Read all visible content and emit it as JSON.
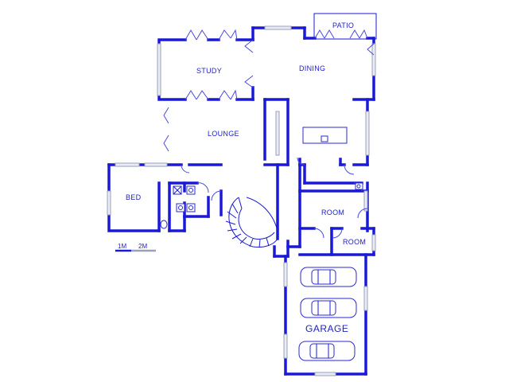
{
  "rooms": {
    "patio": "PATIO",
    "study": "STUDY",
    "dining": "DINING",
    "lounge": "LOUNGE",
    "bed": "BED",
    "room1": "ROOM",
    "room2": "ROOM",
    "garage": "GARAGE"
  },
  "scale": {
    "m1": "1M",
    "m2": "2M"
  },
  "colors": {
    "wall": "#1a1ad6",
    "label": "#2020c8",
    "window": "#9aa0b8"
  }
}
